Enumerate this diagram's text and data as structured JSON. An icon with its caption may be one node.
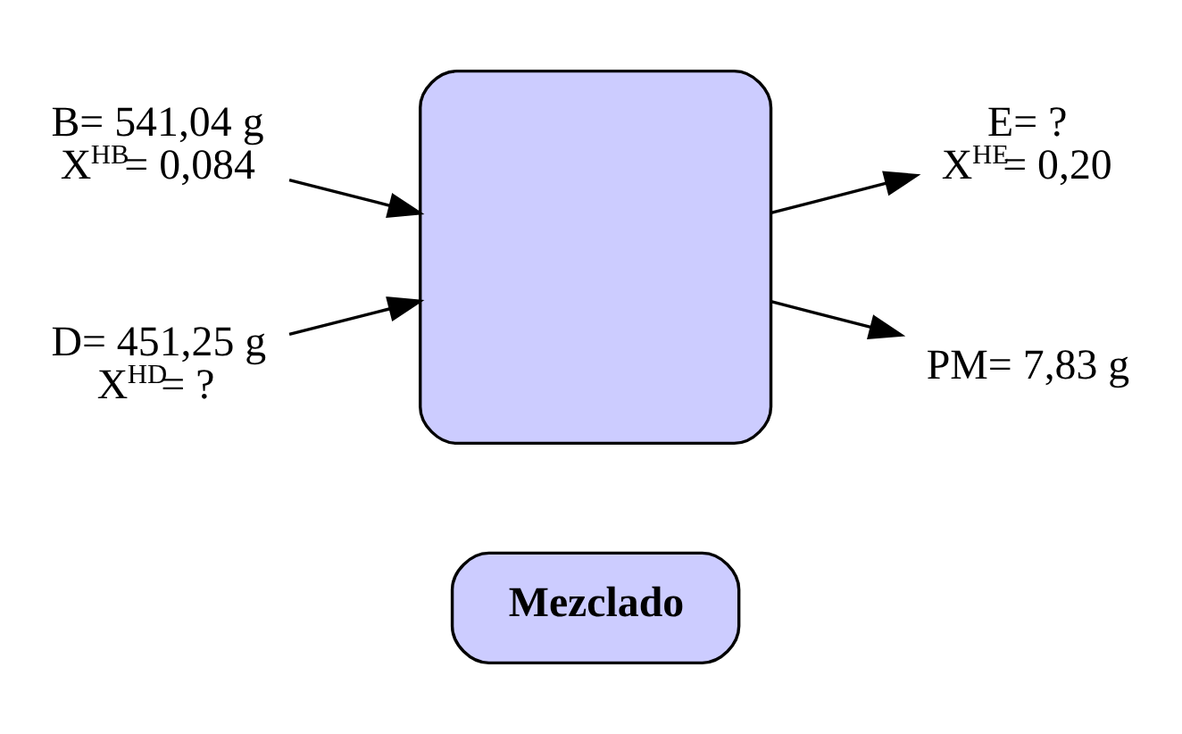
{
  "diagram": {
    "nodes": [
      {
        "text": [
          "B= 541,04 g",
          "X$^{HB}$= 0,084"
        ]
      },
      {
        "text": [
          "D= 451,25 g",
          "X$^{HD}$= ?"
        ]
      },
      {
        "text": [],
        "shape": "box"
      },
      {
        "text": [
          "E= ?",
          "X$^{HE}$= 0,20"
        ]
      },
      {
        "text": [
          "PM= 7,83 g"
        ]
      },
      {
        "text": [
          "Mezclado"
        ]
      }
    ],
    "edges": [
      {
        "from": 0,
        "to": 2,
        "arrow": "to"
      },
      {
        "from": 1,
        "to": 2,
        "arrow": "to"
      },
      {
        "from": 2,
        "to": 3,
        "arrow": "to"
      },
      {
        "from": 2,
        "to": 4,
        "arrow": "to"
      }
    ]
  }
}
